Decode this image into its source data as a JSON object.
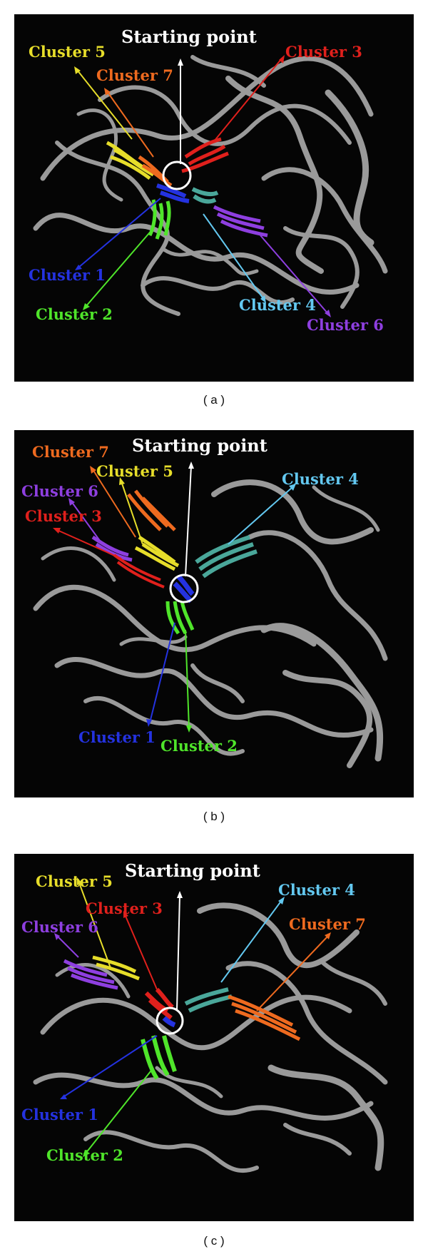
{
  "panels": [
    {
      "caption": "( a )",
      "start_label": "Starting point",
      "clusters": [
        {
          "label": "Cluster 1",
          "color": "#2432e0"
        },
        {
          "label": "Cluster 2",
          "color": "#4fe52a"
        },
        {
          "label": "Cluster 3",
          "color": "#e0201c"
        },
        {
          "label": "Cluster 4",
          "color": "#63c8f0"
        },
        {
          "label": "Cluster 5",
          "color": "#e6dd2a"
        },
        {
          "label": "Cluster 6",
          "color": "#8e3fe0"
        },
        {
          "label": "Cluster 7",
          "color": "#ee6a1f"
        }
      ]
    },
    {
      "caption": "( b )",
      "start_label": "Starting point",
      "clusters": [
        {
          "label": "Cluster 1",
          "color": "#2432e0"
        },
        {
          "label": "Cluster 2",
          "color": "#4fe52a"
        },
        {
          "label": "Cluster 3",
          "color": "#e0201c"
        },
        {
          "label": "Cluster 4",
          "color": "#63c8f0"
        },
        {
          "label": "Cluster 5",
          "color": "#e6dd2a"
        },
        {
          "label": "Cluster 6",
          "color": "#8e3fe0"
        },
        {
          "label": "Cluster 7",
          "color": "#ee6a1f"
        }
      ]
    },
    {
      "caption": "( c )",
      "start_label": "Starting point",
      "clusters": [
        {
          "label": "Cluster 1",
          "color": "#2432e0"
        },
        {
          "label": "Cluster 2",
          "color": "#4fe52a"
        },
        {
          "label": "Cluster 3",
          "color": "#e0201c"
        },
        {
          "label": "Cluster 4",
          "color": "#63c8f0"
        },
        {
          "label": "Cluster 5",
          "color": "#e6dd2a"
        },
        {
          "label": "Cluster 6",
          "color": "#8e3fe0"
        },
        {
          "label": "Cluster 7",
          "color": "#ee6a1f"
        }
      ]
    }
  ]
}
